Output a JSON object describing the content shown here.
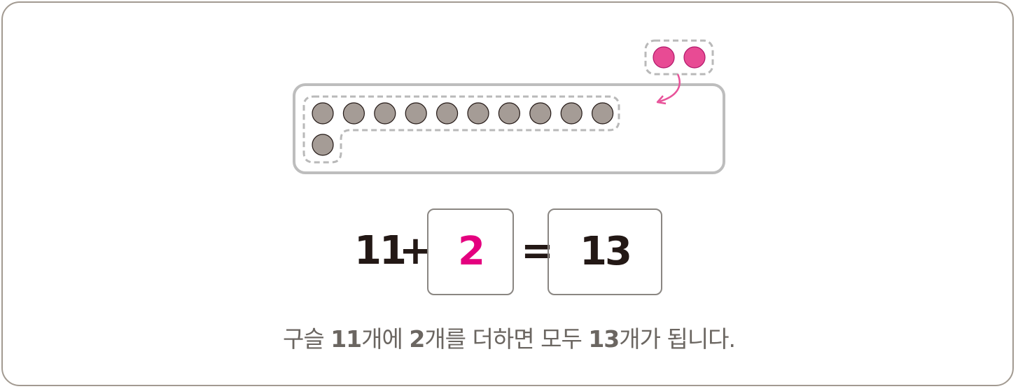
{
  "diagram": {
    "main_beads": 11,
    "added_beads": 2,
    "colors": {
      "main_bead": "#a59c96",
      "added_bead": "#e84b94",
      "answer_highlight": "#e4007f",
      "frame": "#bdbdbd",
      "dashed": "#b9b9b9",
      "arrow": "#e8539a"
    }
  },
  "equation": {
    "left": "11",
    "plus": "+",
    "box1": "2",
    "equals": "=",
    "box2": "13"
  },
  "caption": {
    "part1": "구슬 ",
    "n1": "11",
    "part2": "개에 ",
    "n2": "2",
    "part3": "개를 더하면 모두 ",
    "n3": "13",
    "part4": "개가 됩니다."
  }
}
